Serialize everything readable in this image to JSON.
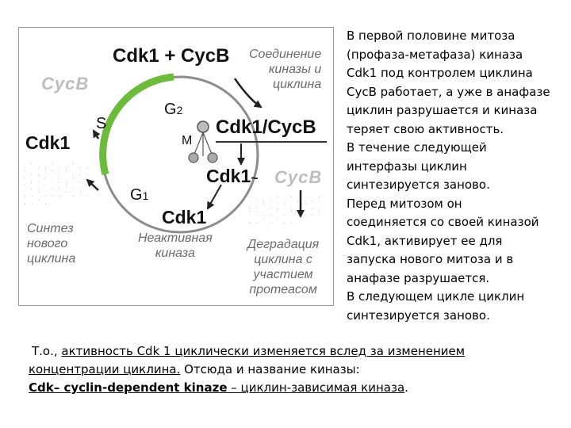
{
  "diagram": {
    "top_formula": "Cdk1 + CycB",
    "complex_label": "Cdk1/CycB",
    "cdk1_left": "Cdk1",
    "cdk1_bottom": "Cdk1",
    "cdk1_mid": "Cdk1",
    "cdk1_mid_tilde": "~",
    "phase_s": "S",
    "phase_g2": "G",
    "phase_g2_sub": "2",
    "phase_m": "M",
    "phase_g1": "G",
    "phase_g1_sub": "1",
    "note_binding": [
      "Соединение",
      "киназы и",
      "циклина"
    ],
    "note_synthesis": [
      "Синтез",
      "нового",
      "циклина"
    ],
    "note_inactive": [
      "Неактивная",
      "киназа"
    ],
    "note_degradation": [
      "Деградация",
      "циклина с",
      "участием",
      "протеасом"
    ],
    "fuzzy_cyclin_left": "CycB",
    "fuzzy_cyclin_right": "CycB",
    "colors": {
      "arc_green": "#6dbb3c",
      "circle_gray": "#8c8c8c",
      "arrow": "#222222",
      "note_gray": "#6b6b6b"
    }
  },
  "right_paragraph": [
    "В первой половине  митоза",
    "(профаза-метафаза) киназа",
    "Cdk1 под контролем циклина",
    "CycB работает, а уже в анафазе",
    "циклин разрушается и киназа",
    "теряет свою активность.",
    "В течение следующей",
    "интерфазы циклин",
    "синтезируется заново.",
    "Перед митозом он",
    "соединяется со своей киназой",
    "Cdk1, активирует ее для",
    "запуска нового митоза и в",
    "анафазе разрушается.",
    "В следующем цикле циклин",
    "синтезируется заново."
  ],
  "bottom": {
    "line1_prefix": "Т.о., ",
    "line1_underlined": "активность Cdk 1 циклически изменяется вслед за изменением",
    "line2_underlined": "концентрации циклина.",
    "line2_rest": " Отсюда и название киназы:",
    "line3_bold_underlined": "Cdk– cyclin-dependent kinaze",
    "line3_underlined": " – циклин-зависимая киназа",
    "line3_end": "."
  }
}
